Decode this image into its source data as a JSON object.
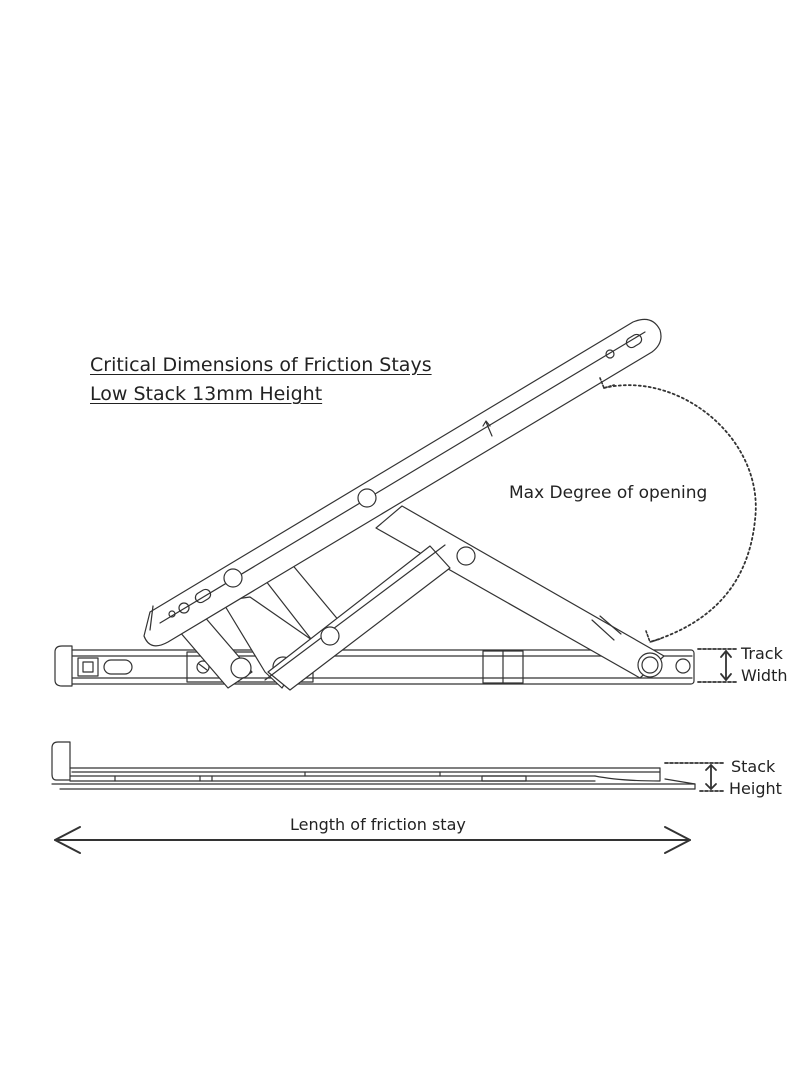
{
  "title": {
    "line1": "Critical Dimensions of Friction Stays",
    "line2": "Low Stack 13mm Height"
  },
  "labels": {
    "max_degree": "Max Degree of opening",
    "track": "Track",
    "width": "Width",
    "stack": "Stack",
    "height": "Height",
    "length": "Length of friction stay"
  },
  "colors": {
    "line": "#333333",
    "background": "#ffffff"
  }
}
